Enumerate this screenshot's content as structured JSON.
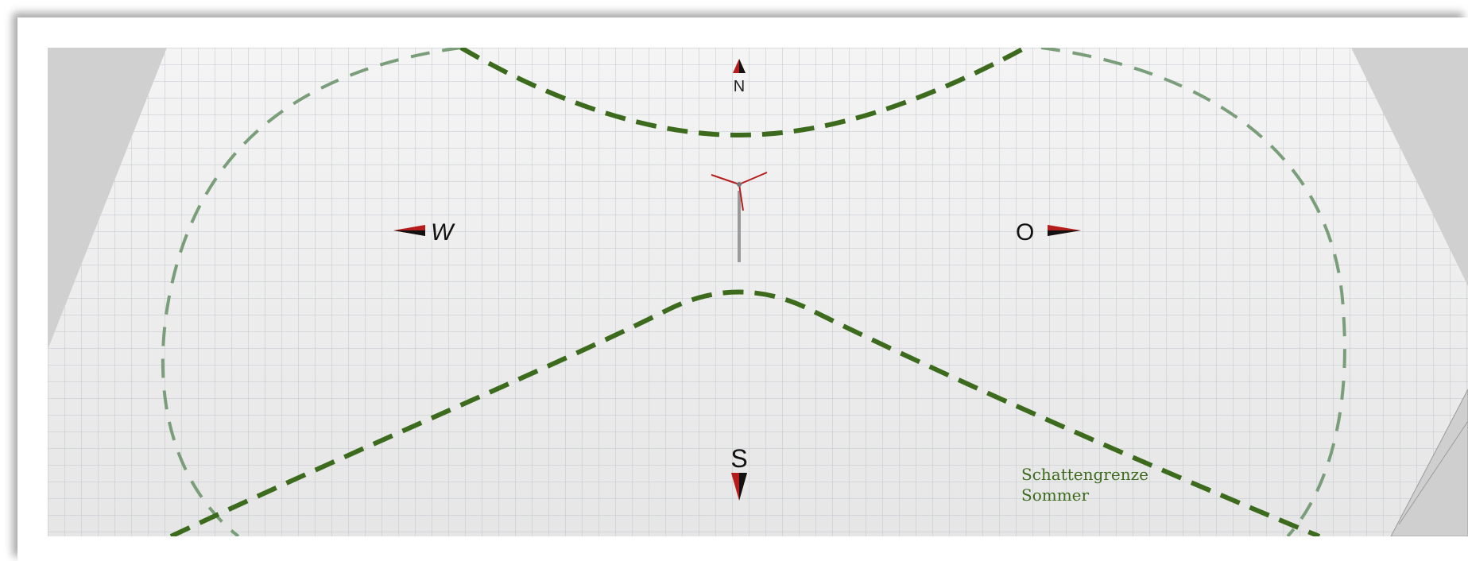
{
  "compass": {
    "north": "N",
    "south": "S",
    "west": "W",
    "east": "O"
  },
  "legend": {
    "line1": "Schattengrenze",
    "line2": "Sommer"
  },
  "colors": {
    "summer_shadow_line": "#3d6b1e",
    "winter_shadow_line": "#7a9e7a",
    "arrow_red": "#b71c1c",
    "grid_line": "#bfc5cc",
    "ground": "#ececec"
  },
  "icons": [
    "wind-turbine-icon",
    "arrow-north-icon",
    "arrow-south-icon",
    "arrow-west-icon",
    "arrow-east-icon"
  ]
}
